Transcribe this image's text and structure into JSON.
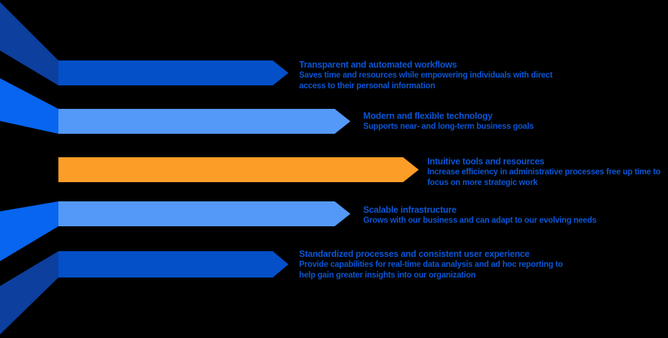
{
  "diagram": {
    "background_color": "#000000",
    "text_color": "#0A56D6",
    "items": [
      {
        "title": "Transparent and automated workflows",
        "description": "Saves time and resources while empowering individuals with direct\naccess to their personal information",
        "bar_color": "#0450C8",
        "ribbon_color": "#0C3F9E"
      },
      {
        "title": "Modern and flexible technology",
        "description": "Supports near- and long-term business goals",
        "bar_color": "#5499F7",
        "ribbon_color": "#0765F0"
      },
      {
        "title": "Intuitive tools and resources",
        "description": "Increase efficiency in administrative processes free up time to\nfocus on more strategic work",
        "bar_color": "#FC9D27",
        "ribbon_color": null
      },
      {
        "title": "Scalable infrastructure",
        "description": "Grows with our business and can adapt to our evolving needs",
        "bar_color": "#5499F7",
        "ribbon_color": "#0765F0"
      },
      {
        "title": "Standardized processes and consistent user experience",
        "description": "Provide capabilities for real-time data analysis and ad hoc reporting to\nhelp gain greater insights into our organization",
        "bar_color": "#0450C8",
        "ribbon_color": "#0C3F9E"
      }
    ]
  }
}
